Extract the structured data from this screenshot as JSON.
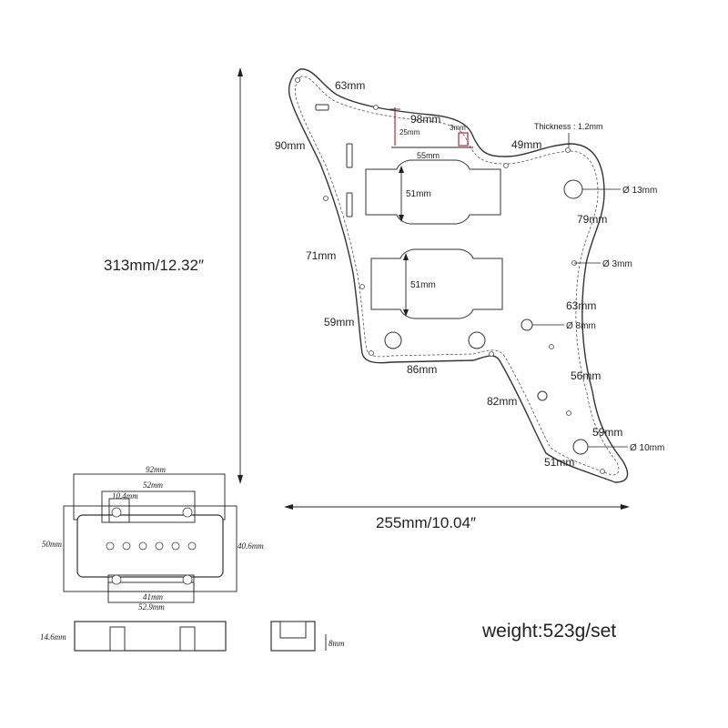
{
  "pickguard": {
    "height_label": "313mm/12.32″",
    "width_label": "255mm/10.04″",
    "edges": {
      "top_left": "63mm",
      "top_mid": "98mm",
      "left_upper": "90mm",
      "small_25": "25mm",
      "small_3": "3mm",
      "small_55": "55mm",
      "top_right": "49mm",
      "thickness": "Thickness : 1.2mm",
      "right_upper": "79mm",
      "left_mid": "71mm",
      "left_lower": "59mm",
      "bottom_mid": "86mm",
      "right_mid": "63mm",
      "right_lower": "56mm",
      "bottom_right": "82mm",
      "right_bottom": "59mm",
      "bottom_tip": "51mm"
    },
    "cavities": {
      "upper_height": "51mm",
      "lower_height": "51mm"
    },
    "holes": {
      "dia_13": "Ø 13mm",
      "dia_3": "Ø 3mm",
      "dia_8": "Ø 8mm",
      "dia_10": "Ø 10mm"
    }
  },
  "pickup": {
    "width_92": "92mm",
    "width_52": "52mm",
    "width_10_4": "10.4mm",
    "height_50": "50mm",
    "height_40_6": "40.6mm",
    "width_41": "41mm",
    "width_52_9": "52.9mm",
    "thickness_14_6": "14.6mm",
    "thickness_8": "8mm"
  },
  "weight_label": "weight:523g/set"
}
